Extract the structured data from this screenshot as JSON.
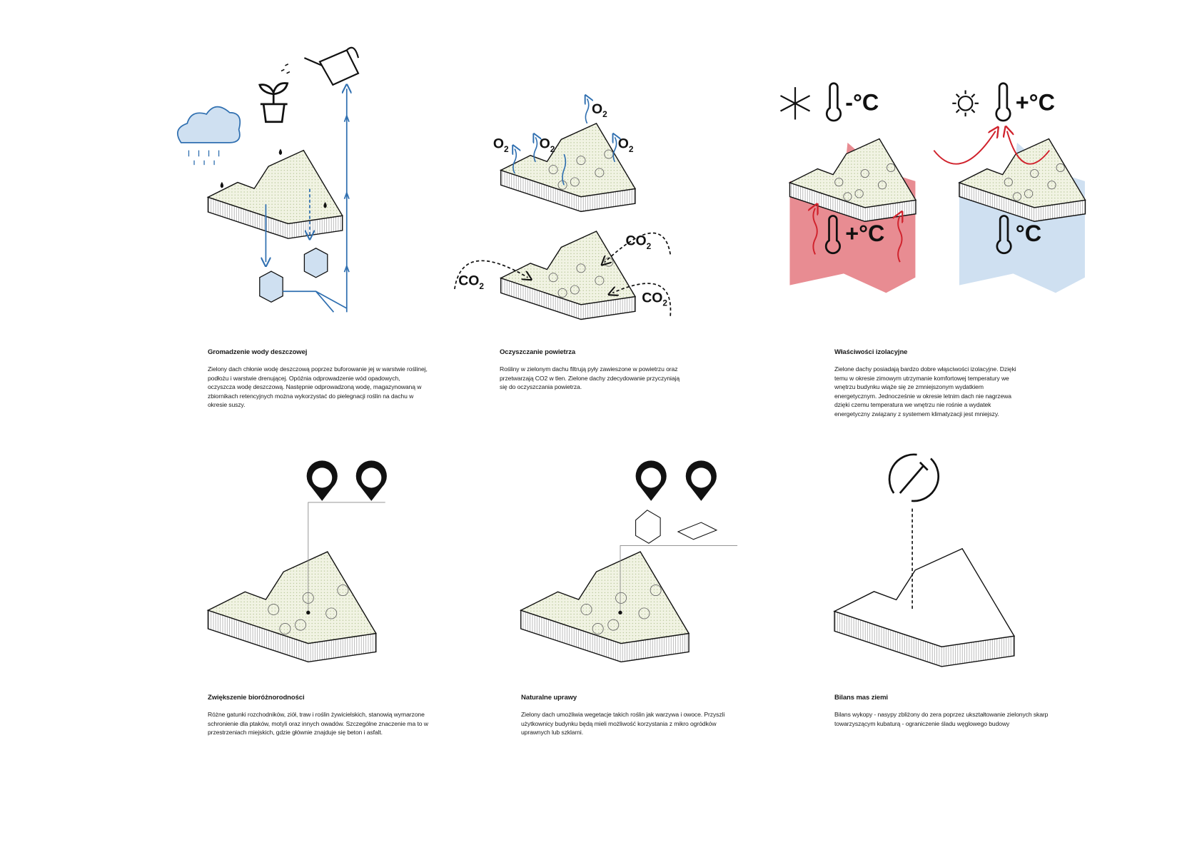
{
  "panels": [
    {
      "title": "Gromadzenie wody deszczowej",
      "body": "Zielony dach chłonie wodę deszczową poprzez buforowanie jej w warstwie roślinej, podłożu i warstwie drenującej. Opóźnia odprowadzenie wód opadowych, oczyszcza wodę deszczową. Następnie odprowadzoną wodę, magazynowaną w zbiornikach retencyjnych można wykorzystać do pielegnacji roślin na dachu w okresie suszy."
    },
    {
      "title": "Oczyszczanie powietrza",
      "body": "Rośliny w zielonym dachu filtrują pyły zawieszone w powietrzu oraz przetwarzają CO2 w tlen. Zielone dachy zdecydowanie przyczyniają się do oczyszczania powietrza."
    },
    {
      "title": "Właściwości izolacyjne",
      "body": "Zielone dachy posiadają bardzo dobre włąsciwości izolacyjne. Dzięki temu w okresie zimowym utrzymanie komfortowej temperatury we wnętrzu budynku wiąże się ze zmniejszonym wydatkiem energetycznym. Jednocześnie w okresie letnim dach nie nagrzewa dzięki czemu temperatura we wnętrzu nie rośnie a wydatek energetyczny związany z systemem klimatyzacji jest mniejszy."
    },
    {
      "title": "Zwiększenie bioróżnorodności",
      "body": "Różne gatunki rozchodników, ziół, traw i roślin żywicielskich, stanowią wymarzone schronienie dla ptaków, motyli oraz innych owadów. Szczególne znaczenie ma to w przestrzeniach miejskich, gdzie głównie znajduje się beton i asfalt."
    },
    {
      "title": "Naturalne uprawy",
      "body": "Zielony dach umożliwia wegetacje takich roślin jak warzywa i owoce. Przyszli użytkownicy budynku będą mieli możliwość korzystania z mikro ogródków uprawnych lub szklarni."
    },
    {
      "title": "Bilans mas ziemi",
      "body": "Bilans wykopy - nasypy zbliżony do zera poprzez ukształtowanie zielonych skarp towarzyszącym kubaturą - ograniczenie śladu węglowego budowy"
    }
  ],
  "labels": {
    "oxygen": {
      "main": "O",
      "sub": "2"
    },
    "co2": {
      "main": "CO",
      "sub": "2"
    },
    "cold": "-°C",
    "hot": "+°C",
    "inside_warm": "+°C",
    "inside_neutral": "°C"
  },
  "colors": {
    "water_blue": "#2f6fb0",
    "cold_fill": "#cfe0f1",
    "warm_fill": "#e57f86",
    "heat_red": "#d0222c",
    "roof_green": "#eef2de",
    "ink": "#111111"
  }
}
